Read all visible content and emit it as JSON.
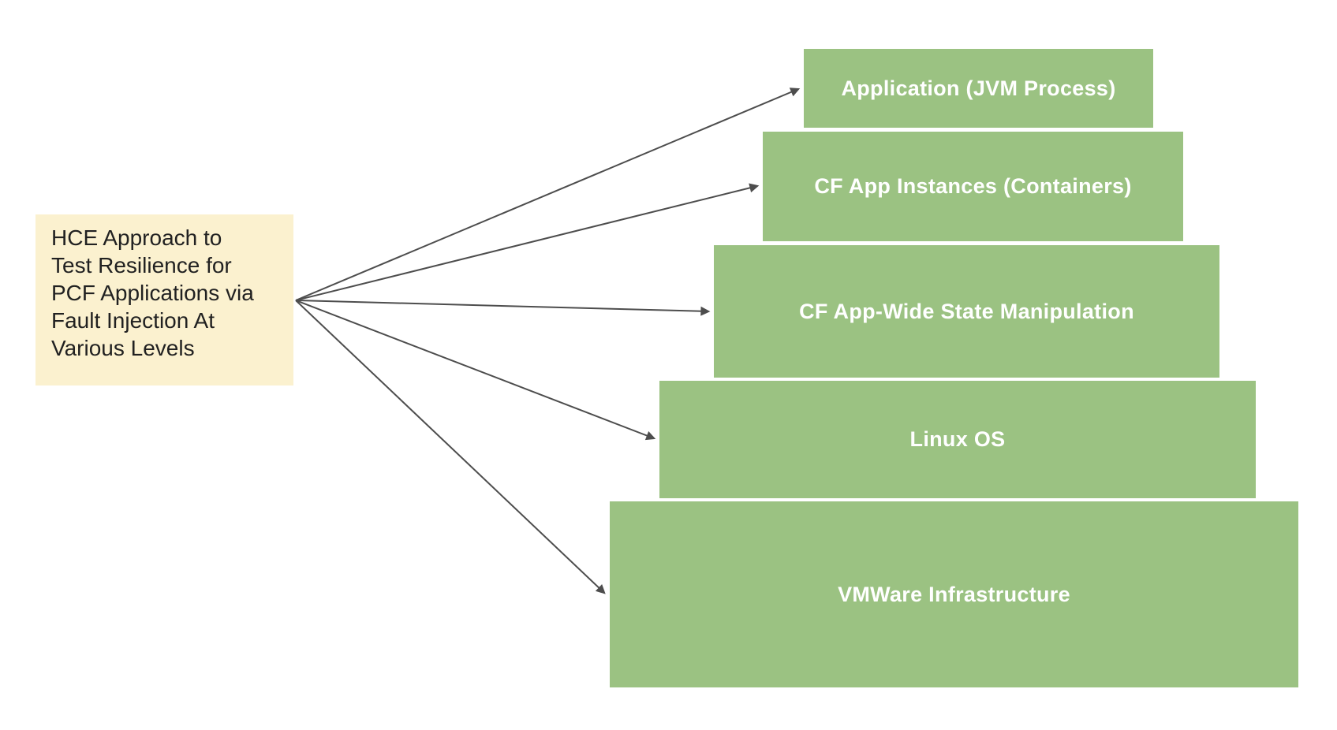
{
  "page": {
    "background": "#FFFFFF"
  },
  "diagram": {
    "note": {
      "text": "HCE Approach to\nTest Resilience for\nPCF Applications via\nFault Injection At\nVarious Levels",
      "background": "#FBF1CF",
      "text_color": "#212121"
    },
    "layers": [
      {
        "label": "Application (JVM Process)"
      },
      {
        "label": "CF App Instances (Containers)"
      },
      {
        "label": "CF App-Wide State Manipulation"
      },
      {
        "label": "Linux OS"
      },
      {
        "label": "VMWare Infrastructure"
      }
    ],
    "layer_style": {
      "background": "#9BC282",
      "text_color": "#FFFFFF"
    },
    "arrows": {
      "color": "#4D4D4D",
      "from": "note",
      "targets": [
        "Application (JVM Process)",
        "CF App Instances (Containers)",
        "CF App-Wide State Manipulation",
        "Linux OS",
        "VMWare Infrastructure"
      ]
    }
  }
}
